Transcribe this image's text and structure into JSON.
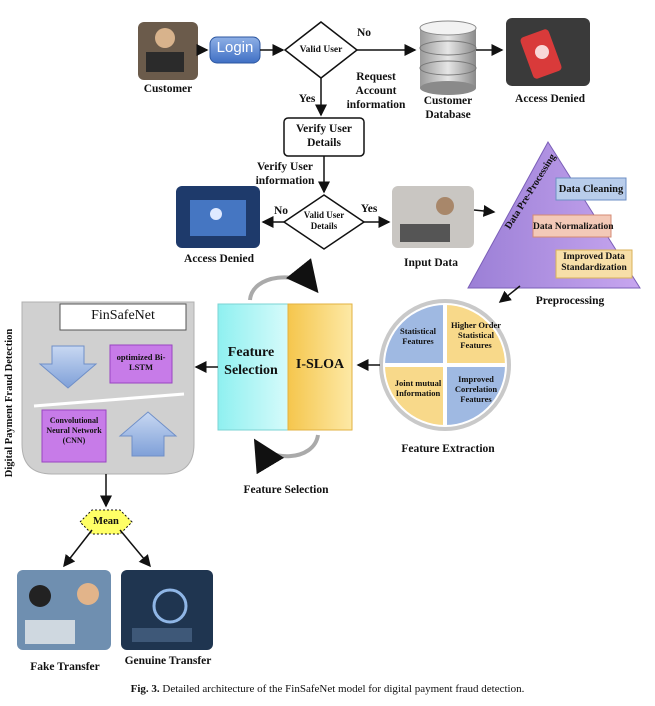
{
  "flow": {
    "customer": "Customer",
    "login": "Login",
    "valid_user_1": "Valid User",
    "no_1": "No",
    "yes_1": "Yes",
    "request_account": "Request Account information",
    "customer_database": "Customer Database",
    "access_denied_top": "Access Denied",
    "verify_user_details": "Verify User Details",
    "verify_user_information": "Verify User information",
    "valid_user_details": "Valid User Details",
    "no_2": "No",
    "yes_2": "Yes",
    "access_denied_mid": "Access Denied",
    "input_data": "Input Data"
  },
  "preprocessing": {
    "side_label": "Data Pre-Processing",
    "steps": [
      "Data Cleaning",
      "Data Normalization",
      "Improved Data Standardization"
    ],
    "title": "Preprocessing"
  },
  "feature_extraction": {
    "quadrants": [
      "Statistical Features",
      "Higher Order Statistical Features",
      "Joint mutual Information",
      "Improved Correlation Features"
    ],
    "title": "Feature Extraction"
  },
  "selection": {
    "feature_selection_box": "Feature Selection",
    "islo": "I-SLOA",
    "bottom_label": "Feature Selection"
  },
  "finsafenet": {
    "title": "FinSafeNet",
    "bilstm": "optimized Bi-LSTM",
    "cnn": "Convolutional Neural Network (CNN)",
    "side_label": "Digital Payment Fraud Detection"
  },
  "output": {
    "mean": "Mean",
    "fake_transfer": "Fake Transfer",
    "genuine_transfer": "Genuine Transfer"
  },
  "caption": {
    "fig": "Fig. 3.",
    "text": "Detailed architecture of the FinSafeNet model for digital payment fraud detection."
  }
}
